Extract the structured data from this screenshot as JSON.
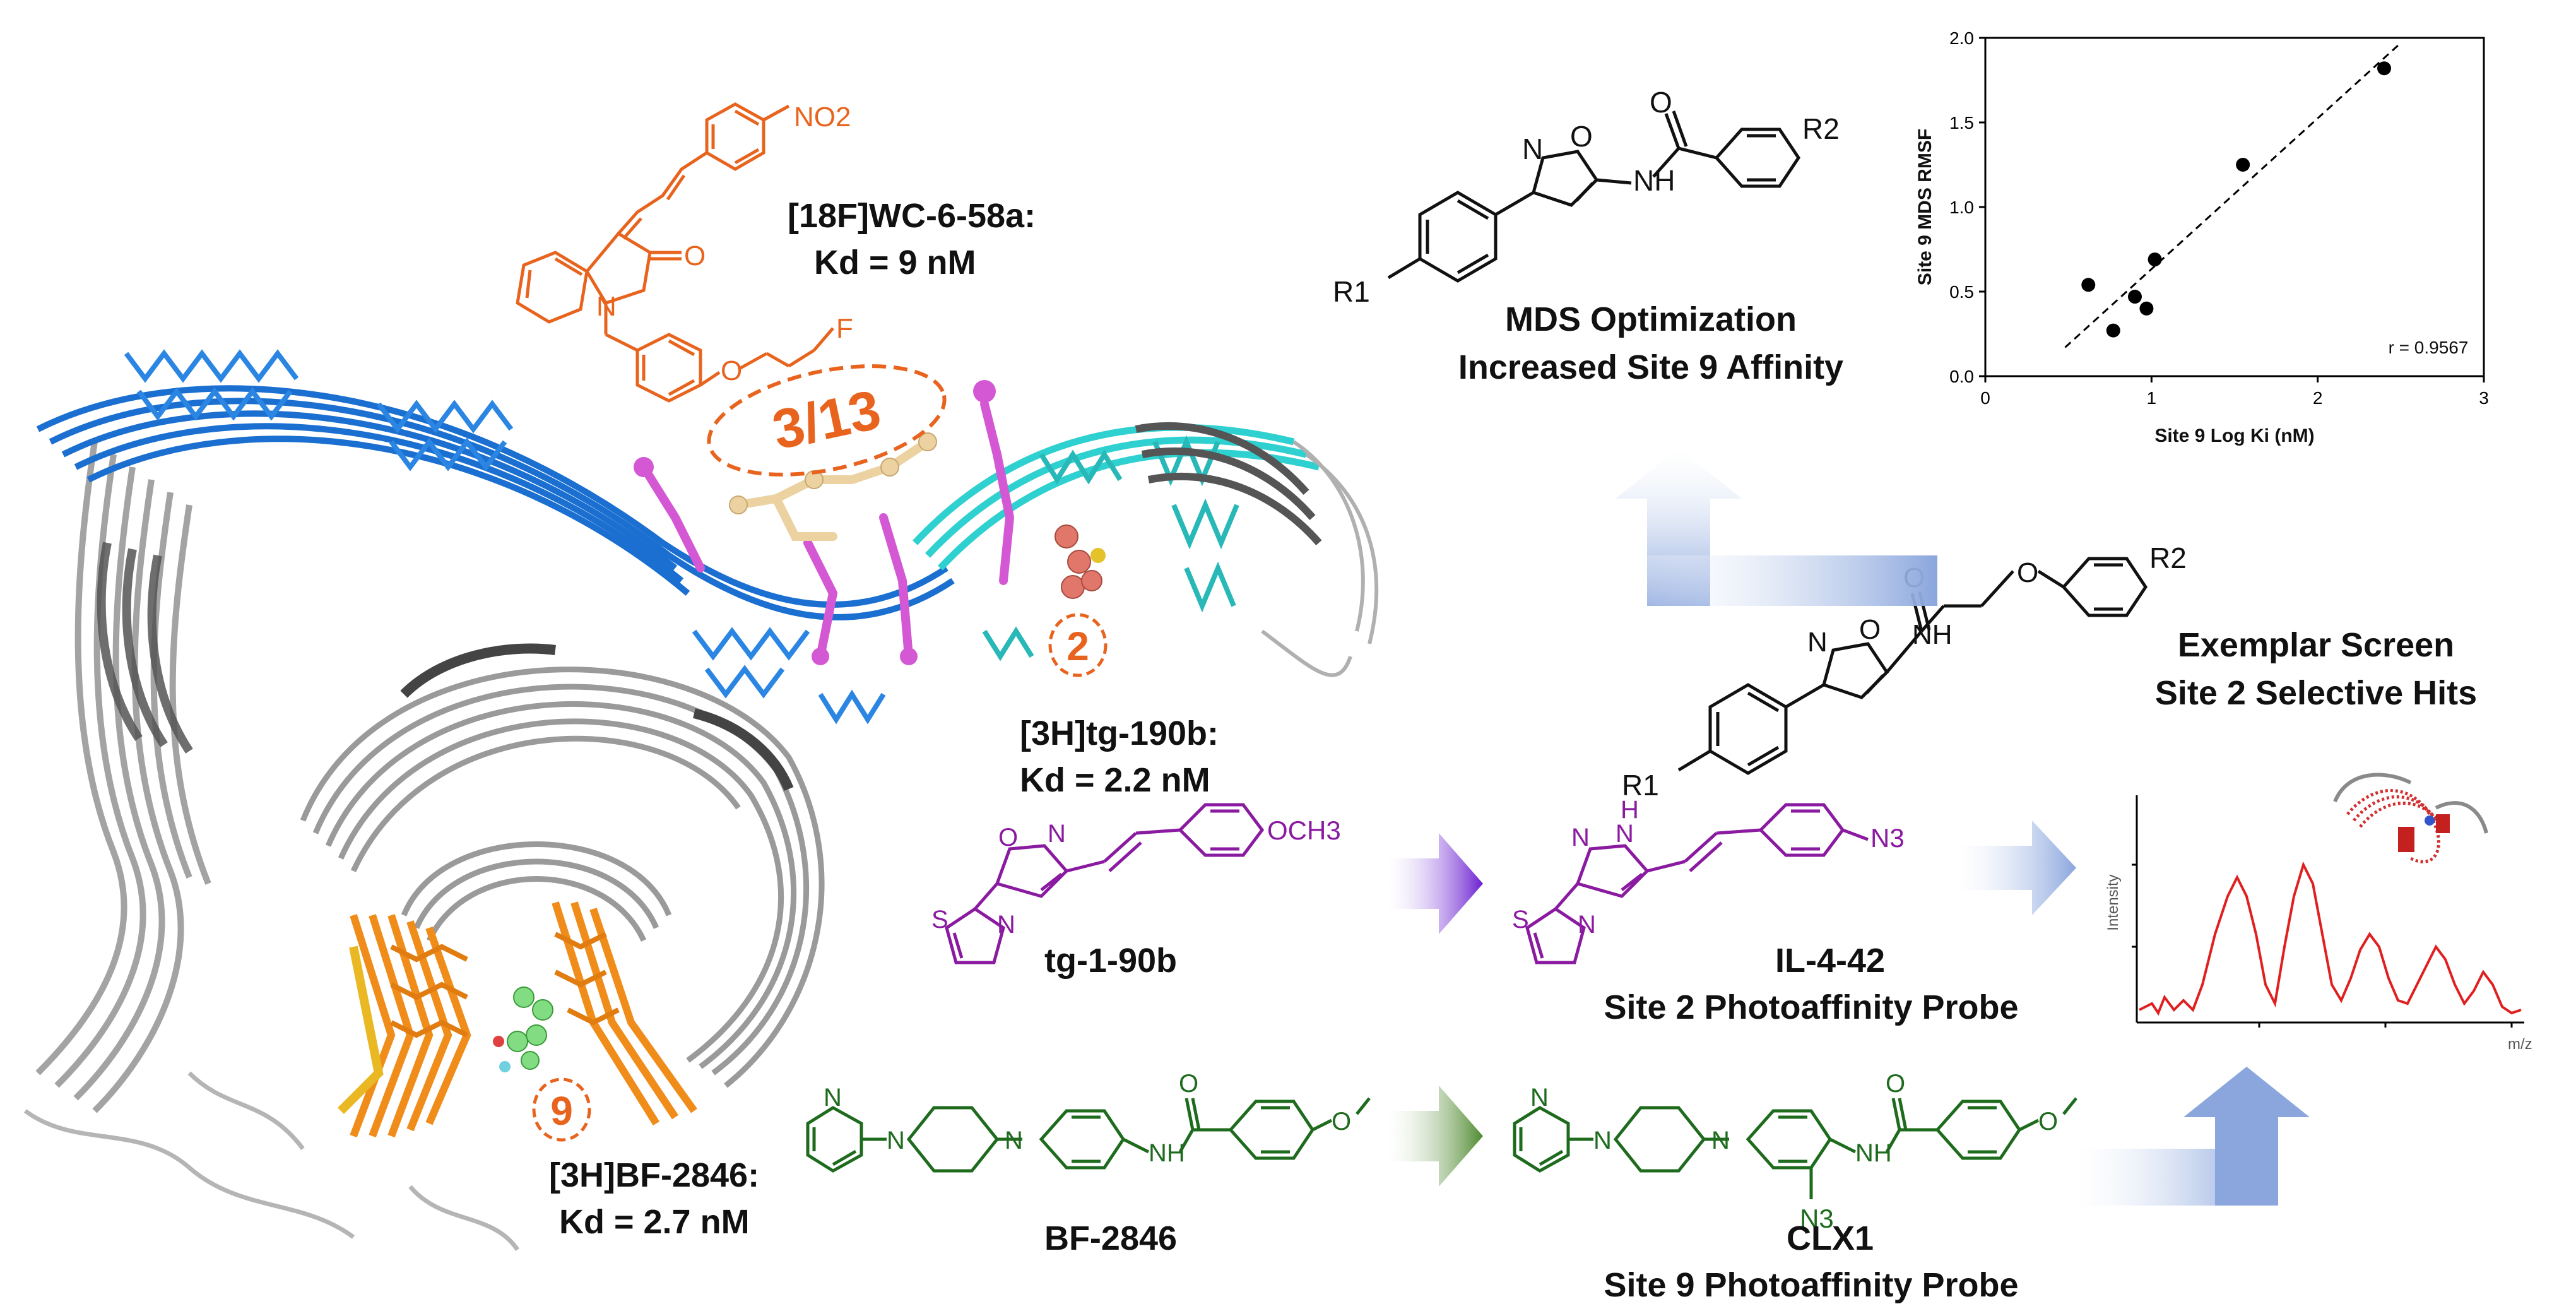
{
  "colors": {
    "orange": "#e8641e",
    "purple": "#8a1aa0",
    "green": "#1e6b1e",
    "black": "#111111",
    "blue_arrow": "#9fb6e2",
    "purple_arrow": "#7b2fc9",
    "green_arrow": "#5a8a3a",
    "ms_red": "#e02020",
    "fibril_blue": "#1a73d1",
    "fibril_cyan": "#2fd3d3",
    "fibril_orange": "#f08c1a",
    "fibril_magenta": "#d95ad9"
  },
  "ligands": {
    "wc658a": {
      "name": "[18F]WC-6-58a:",
      "kd": "Kd = 9 nM",
      "subst_no2": "NO2",
      "label_o": "O",
      "label_n": "N",
      "label_f": "F"
    },
    "tg190b": {
      "name": "[3H]tg-190b:",
      "kd": "Kd = 2.2 nM"
    },
    "bf2846_h": {
      "name": "[3H]BF-2846:",
      "kd": "Kd = 2.7 nM"
    }
  },
  "sites": {
    "site_3_13": "3/13",
    "site_2": "2",
    "site_9": "9"
  },
  "compounds": {
    "mds": {
      "r1": "R1",
      "r2": "R2",
      "n_label": "N",
      "o_label": "O",
      "nh_label": "NH",
      "caption_line1": "MDS Optimization",
      "caption_line2": "Increased Site 9 Affinity"
    },
    "exemplar": {
      "r1": "R1",
      "r2": "R2",
      "caption_line1": "Exemplar Screen",
      "caption_line2": "Site 2 Selective Hits"
    },
    "tg190b": {
      "name": "tg-1-90b",
      "subst": "OCH3"
    },
    "il442": {
      "name": "IL-4-42",
      "desc": "Site 2 Photoaffinity Probe",
      "subst": "N3",
      "nh": "H"
    },
    "bf2846": {
      "name": "BF-2846"
    },
    "clx1": {
      "name": "CLX1",
      "desc": "Site 9 Photoaffinity Probe",
      "subst": "N3"
    }
  },
  "chart_data": {
    "type": "scatter",
    "xlabel": "Site 9 Log Ki (nM)",
    "ylabel": "Site 9 MDS RMSF",
    "xlim": [
      0,
      3
    ],
    "ylim": [
      0,
      2.0
    ],
    "xticks": [
      "0",
      "1",
      "2",
      "3"
    ],
    "yticks": [
      "0.0",
      "0.5",
      "1.0",
      "1.5",
      "2.0"
    ],
    "points": [
      {
        "x": 0.62,
        "y": 0.54
      },
      {
        "x": 0.77,
        "y": 0.27
      },
      {
        "x": 0.9,
        "y": 0.47
      },
      {
        "x": 0.97,
        "y": 0.4
      },
      {
        "x": 1.02,
        "y": 0.69
      },
      {
        "x": 1.55,
        "y": 1.25
      },
      {
        "x": 2.4,
        "y": 1.82
      }
    ],
    "fit": {
      "x0": 0.48,
      "y0": 0.17,
      "x1": 2.5,
      "y1": 1.97
    },
    "annotation": "r = 0.9567"
  },
  "ms_spectrum": {
    "ylabel": "Intensity",
    "xlabel": "m/z"
  }
}
